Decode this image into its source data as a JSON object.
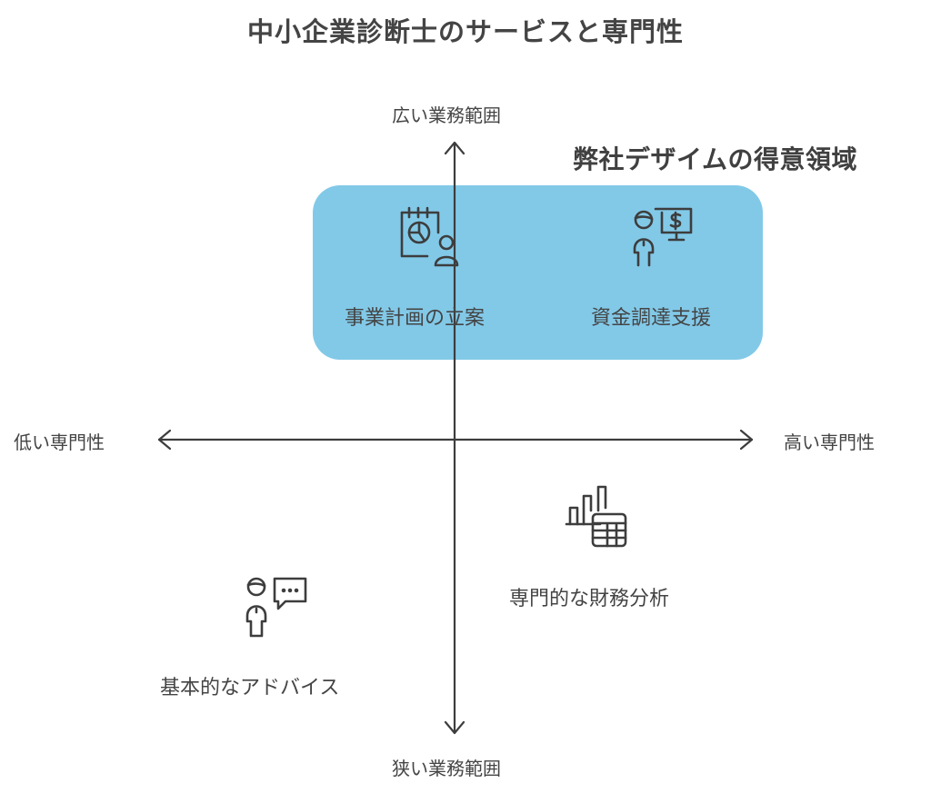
{
  "title": "中小企業診断士のサービスと専門性",
  "highlight": {
    "label": "弊社デザイムの得意領域",
    "color": "#82c9e8"
  },
  "axes": {
    "y_top": "広い業務範囲",
    "y_bottom": "狭い業務範囲",
    "x_left": "低い専門性",
    "x_right": "高い専門性"
  },
  "items": [
    {
      "label": "事業計画の立案",
      "icon": "calendar-chart-person-icon",
      "quadrant": "top-left"
    },
    {
      "label": "資金調達支援",
      "icon": "presenter-dollar-screen-icon",
      "quadrant": "top-right"
    },
    {
      "label": "専門的な財務分析",
      "icon": "bar-chart-table-icon",
      "quadrant": "bottom-right"
    },
    {
      "label": "基本的なアドバイス",
      "icon": "person-speech-bubble-icon",
      "quadrant": "bottom-left"
    }
  ],
  "colors": {
    "stroke": "#3d3d3d",
    "text": "#444444"
  }
}
